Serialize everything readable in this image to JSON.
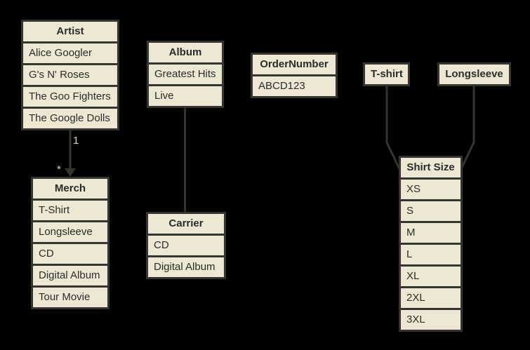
{
  "diagram": {
    "entities": {
      "artist": {
        "title": "Artist",
        "rows": [
          "Alice Googler",
          "G's N' Roses",
          "The Goo Fighters",
          "The Google Dolls"
        ]
      },
      "merch": {
        "title": "Merch",
        "rows": [
          "T-Shirt",
          "Longsleeve",
          "CD",
          "Digital Album",
          "Tour Movie"
        ]
      },
      "album": {
        "title": "Album",
        "rows": [
          "Greatest Hits",
          "Live"
        ]
      },
      "carrier": {
        "title": "Carrier",
        "rows": [
          "CD",
          "Digital Album"
        ]
      },
      "order_number": {
        "title": "OrderNumber",
        "rows": [
          "ABCD123"
        ]
      },
      "tshirt": {
        "title": "T-shirt"
      },
      "longsleeve": {
        "title": "Longsleeve"
      },
      "shirt_size": {
        "title": "Shirt Size",
        "rows": [
          "XS",
          "S",
          "M",
          "L",
          "XL",
          "2XL",
          "3XL"
        ]
      }
    },
    "connectors": {
      "artist_merch": {
        "one_label": "1",
        "many_label": "*"
      }
    },
    "colors": {
      "background": "#000000",
      "box_fill": "#EDE8D4",
      "box_border": "#36342E",
      "box_text": "#2D2C28",
      "connector": "#36342E",
      "connector_label": "#D8D3C2"
    }
  }
}
